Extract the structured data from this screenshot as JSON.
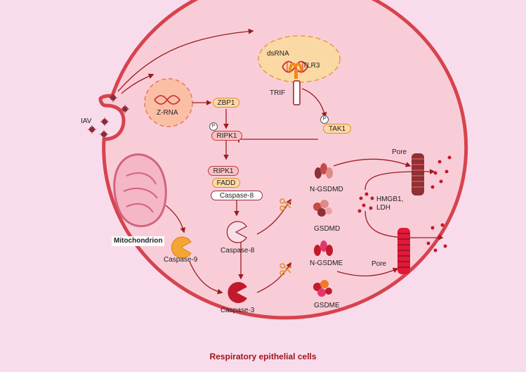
{
  "figure": {
    "caption": "Respiratory epithelial cells",
    "labels": {
      "iav": "IAV",
      "dsrna": "dsRNA",
      "tlr3": "TLR3",
      "trif": "TRIF",
      "z_rna": "Z-RNA",
      "zbp1": "ZBP1",
      "ripk1": "RIPK1",
      "tak1": "TAK1",
      "phospho": "P",
      "ripk1_complex": "RIPK1",
      "fadd": "FADD",
      "caspase8_complex": "Caspase-8",
      "caspase8": "Caspase-8",
      "caspase9": "Caspase-9",
      "caspase3": "Caspase-3",
      "mitochondrion": "Mitochondrion",
      "n_gsdmd": "N-GSDMD",
      "gsdmd": "GSDMD",
      "n_gsdme": "N-GSDME",
      "gsdme": "GSDME",
      "pore_top": "Pore",
      "pore_bottom": "Pore",
      "hmgb1_ldh": "HMGB1,\nLDH"
    }
  },
  "colors": {
    "background": "#f9dcec",
    "cell_fill": "#f9cdd8",
    "membrane": "#d7434e",
    "arrow": "#9b1c20",
    "caspase_dark": "#c21a2b",
    "caspase9": "#f5a531",
    "caspase8_light": "#f7dfe8"
  }
}
